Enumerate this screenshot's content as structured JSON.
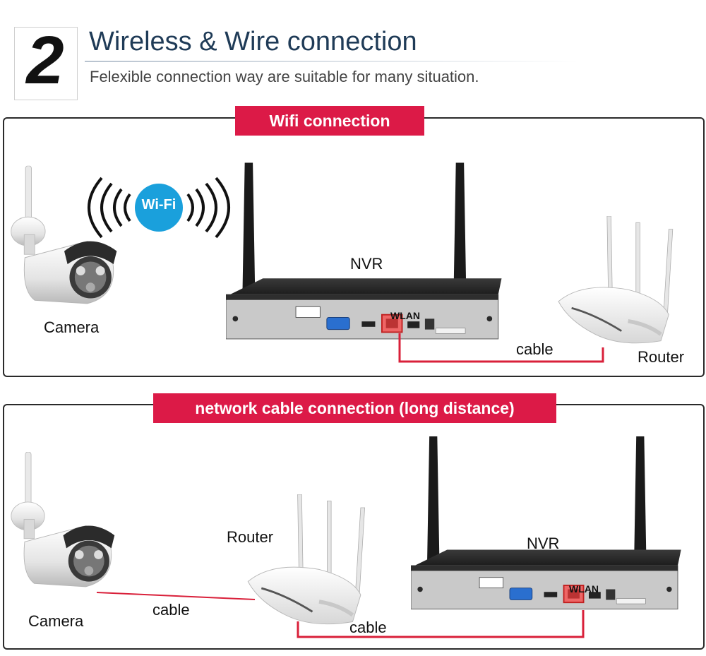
{
  "header": {
    "step_number": "2",
    "title": "Wireless & Wire connection",
    "subtitle": "Felexible connection way are suitable for many situation."
  },
  "panel_wifi": {
    "banner": "Wifi connection",
    "wifi_badge": "Wi-Fi",
    "camera_label": "Camera",
    "nvr_label": "NVR",
    "wlan_label": "WLAN",
    "cable_label": "cable",
    "router_label": "Router"
  },
  "panel_cable": {
    "banner": "network cable connection (long distance)",
    "camera_label": "Camera",
    "cable1_label": "cable",
    "router_label": "Router",
    "cable2_label": "cable",
    "nvr_label": "NVR",
    "wlan_label": "WLAN"
  },
  "colors": {
    "banner": "#dc1a47",
    "cable": "#d9203a",
    "title": "#1f3b57",
    "wifi_badge": "#1aa0dc"
  }
}
